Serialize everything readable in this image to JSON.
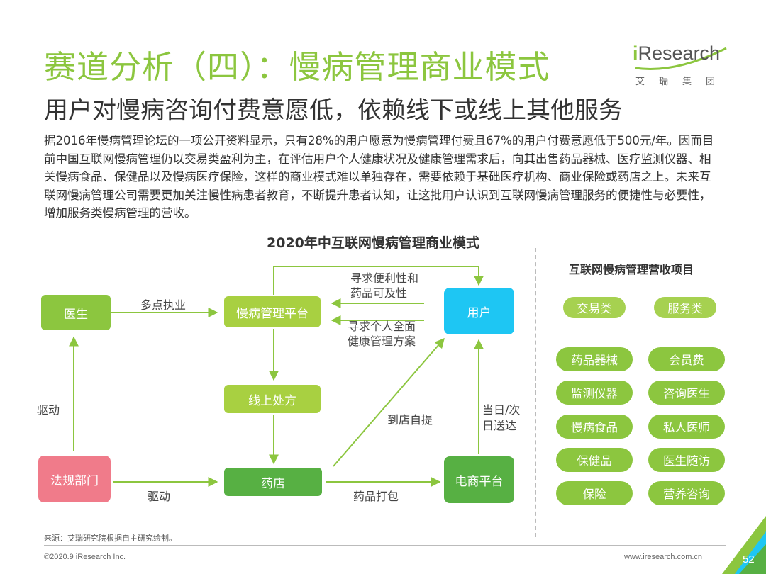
{
  "header": {
    "title": "赛道分析（四）：慢病管理商业模式",
    "subtitle": "用户对慢病咨询付费意愿低，依赖线下或线上其他服务"
  },
  "logo": {
    "brand_i": "i",
    "brand_rest": "Research",
    "cn": "艾瑞集团"
  },
  "body_text": "据2016年慢病管理论坛的一项公开资料显示，只有28%的用户愿意为慢病管理付费且67%的用户付费意愿低于500元/年。因而目前中国互联网慢病管理仍以交易类盈利为主，在评估用户个人健康状况及健康管理需求后，向其出售药品器械、医疗监测仪器、相关慢病食品、保健品以及慢病医疗保险，这样的商业模式难以单独存在，需要依赖于基础医疗机构、商业保险或药店之上。未来互联网慢病管理公司需要更加关注慢性病患者教育，不断提升患者认知，让这批用户认识到互联网慢病管理服务的便捷性与必要性，增加服务类慢病管理的营收。",
  "diagram": {
    "title": "2020年中互联网慢病管理商业模式",
    "nodes": {
      "doctor": "医生",
      "platform": "慢病管理平台",
      "user": "用户",
      "prescription": "线上处方",
      "regulator": "法规部门",
      "pharmacy": "药店",
      "ecommerce": "电商平台"
    },
    "edge_labels": {
      "multi_site": "多点执业",
      "convenience_1": "寻求便利性和",
      "convenience_2": "药品可及性",
      "health_1": "寻求个人全面",
      "health_2": "健康管理方案",
      "drive_left": "驱动",
      "drive_bottom": "驱动",
      "pickup": "到店自提",
      "delivery_1": "当日/次",
      "delivery_2": "日送达",
      "packaging": "药品打包"
    }
  },
  "revenue_panel": {
    "title": "互联网慢病管理营收项目",
    "categories": [
      "交易类",
      "服务类"
    ],
    "transaction_items": [
      "药品器械",
      "监测仪器",
      "慢病食品",
      "保健品",
      "保险"
    ],
    "service_items": [
      "会员费",
      "咨询医生",
      "私人医师",
      "医生随访",
      "营养咨询"
    ]
  },
  "footer": {
    "source": "来源：艾瑞研究院根据自主研究绘制。",
    "copyright": "©2020.9 iResearch Inc.",
    "website": "www.iresearch.com.cn",
    "page_number": "52"
  },
  "colors": {
    "accent_green": "#8cc63f",
    "dark_green": "#57b043",
    "yellow_green": "#a8d041",
    "user_blue": "#1ec6f3",
    "regulator_pink": "#f07b8a"
  }
}
